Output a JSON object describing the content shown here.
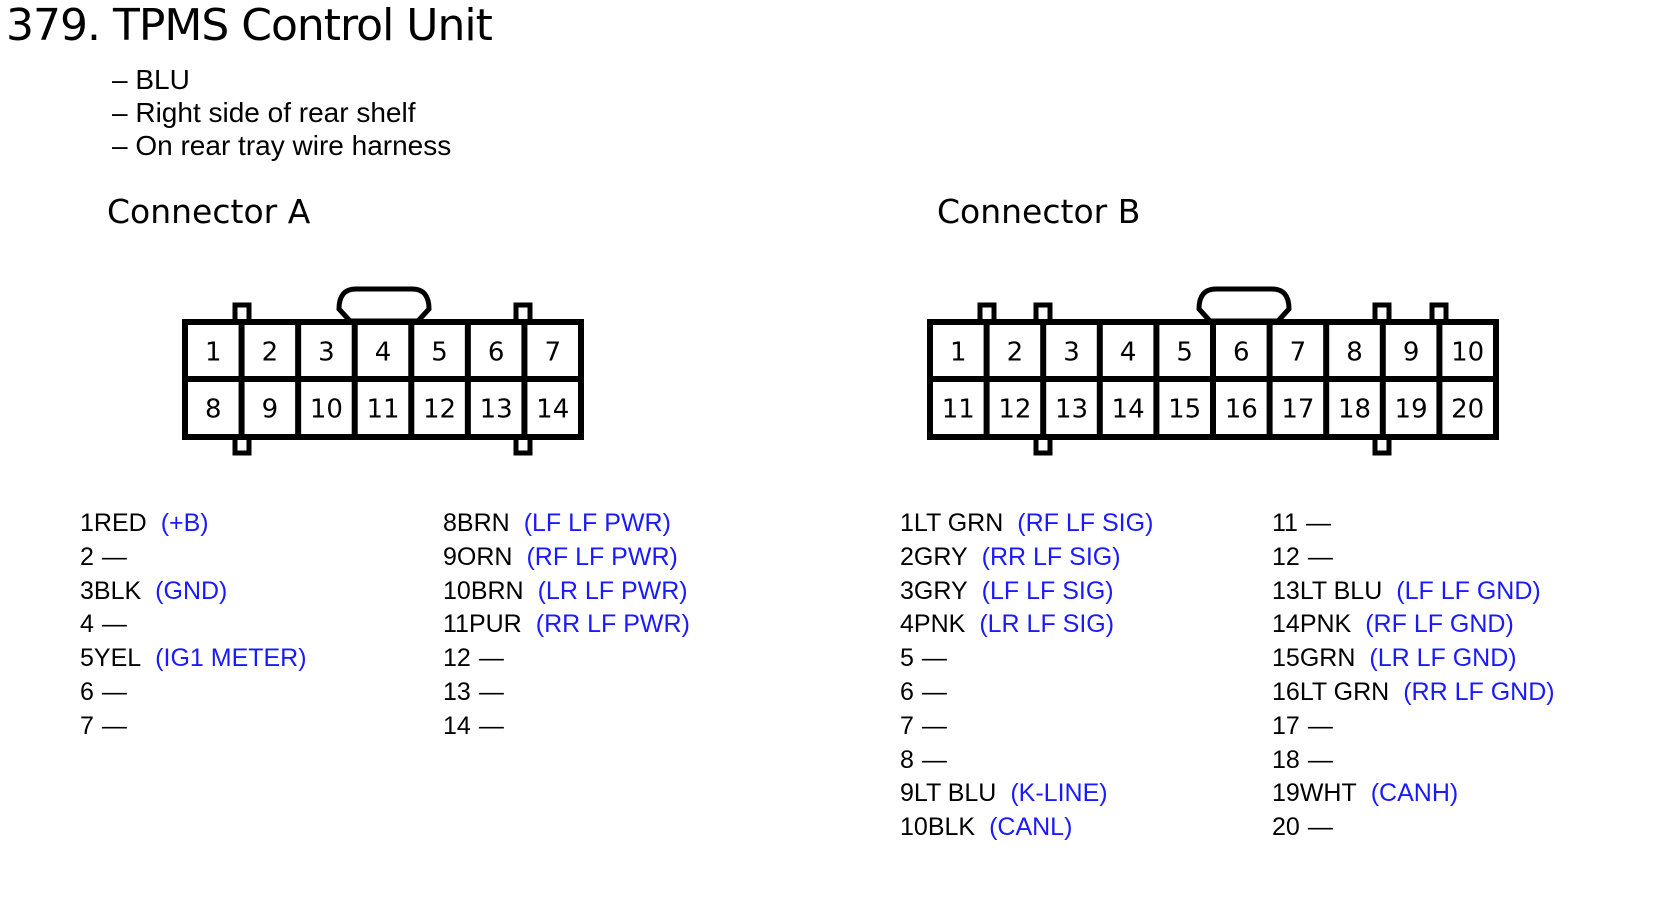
{
  "title": "379. TPMS Control Unit",
  "notes": [
    "– BLU",
    "– Right side of rear shelf",
    "– On rear tray wire harness"
  ],
  "connector_a": {
    "title": "Connector A",
    "pin_grid": [
      [
        "1",
        "2",
        "3",
        "4",
        "5",
        "6",
        "7"
      ],
      [
        "8",
        "9",
        "10",
        "11",
        "12",
        "13",
        "14"
      ]
    ],
    "pins": [
      {
        "num": "1",
        "wire": "RED",
        "signal": "(+B)"
      },
      {
        "num": "2",
        "wire": "—",
        "signal": ""
      },
      {
        "num": "3",
        "wire": "BLK",
        "signal": "(GND)"
      },
      {
        "num": "4",
        "wire": "—",
        "signal": ""
      },
      {
        "num": "5",
        "wire": "YEL",
        "signal": "(IG1 METER)"
      },
      {
        "num": "6",
        "wire": "—",
        "signal": ""
      },
      {
        "num": "7",
        "wire": "—",
        "signal": ""
      },
      {
        "num": "8",
        "wire": "BRN",
        "signal": "(LF LF PWR)"
      },
      {
        "num": "9",
        "wire": "ORN",
        "signal": "(RF LF PWR)"
      },
      {
        "num": "10",
        "wire": "BRN",
        "signal": "(LR LF PWR)"
      },
      {
        "num": "11",
        "wire": "PUR",
        "signal": "(RR LF PWR)"
      },
      {
        "num": "12",
        "wire": "—",
        "signal": ""
      },
      {
        "num": "13",
        "wire": "—",
        "signal": ""
      },
      {
        "num": "14",
        "wire": "—",
        "signal": ""
      }
    ]
  },
  "connector_b": {
    "title": "Connector B",
    "pin_grid": [
      [
        "1",
        "2",
        "3",
        "4",
        "5",
        "6",
        "7",
        "8",
        "9",
        "10"
      ],
      [
        "11",
        "12",
        "13",
        "14",
        "15",
        "16",
        "17",
        "18",
        "19",
        "20"
      ]
    ],
    "pins": [
      {
        "num": "1",
        "wire": "LT GRN",
        "signal": "(RF LF SIG)"
      },
      {
        "num": "2",
        "wire": "GRY",
        "signal": "(RR LF SIG)"
      },
      {
        "num": "3",
        "wire": "GRY",
        "signal": "(LF LF SIG)"
      },
      {
        "num": "4",
        "wire": "PNK",
        "signal": "(LR LF SIG)"
      },
      {
        "num": "5",
        "wire": "—",
        "signal": ""
      },
      {
        "num": "6",
        "wire": "—",
        "signal": ""
      },
      {
        "num": "7",
        "wire": "—",
        "signal": ""
      },
      {
        "num": "8",
        "wire": "—",
        "signal": ""
      },
      {
        "num": "9",
        "wire": "LT BLU",
        "signal": "(K-LINE)"
      },
      {
        "num": "10",
        "wire": "BLK",
        "signal": "(CANL)"
      },
      {
        "num": "11",
        "wire": "—",
        "signal": ""
      },
      {
        "num": "12",
        "wire": "—",
        "signal": ""
      },
      {
        "num": "13",
        "wire": "LT BLU",
        "signal": "(LF LF GND)"
      },
      {
        "num": "14",
        "wire": "PNK",
        "signal": "(RF LF GND)"
      },
      {
        "num": "15",
        "wire": "GRN",
        "signal": "(LR LF GND)"
      },
      {
        "num": "16",
        "wire": "LT GRN",
        "signal": "(RR LF GND)"
      },
      {
        "num": "17",
        "wire": "—",
        "signal": ""
      },
      {
        "num": "18",
        "wire": "—",
        "signal": ""
      },
      {
        "num": "19",
        "wire": "WHT",
        "signal": "(CANH)"
      },
      {
        "num": "20",
        "wire": "—",
        "signal": ""
      }
    ]
  }
}
